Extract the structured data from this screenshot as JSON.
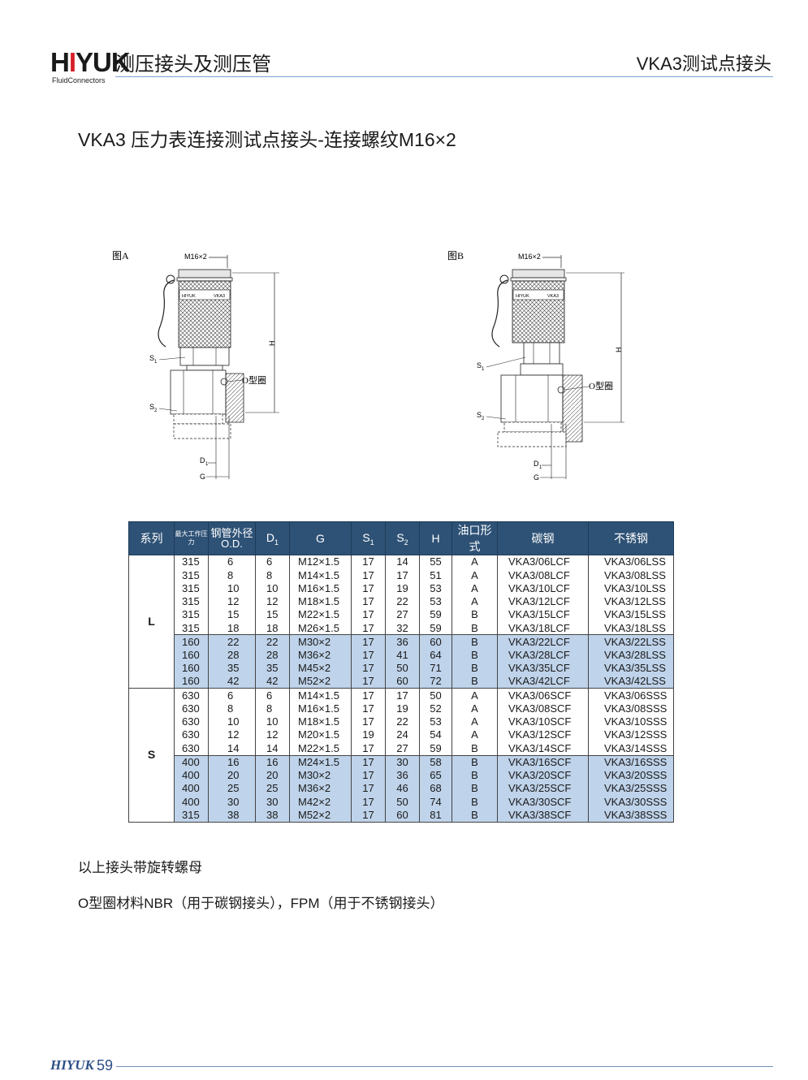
{
  "header": {
    "logo_text": "HIYUK",
    "logo_sub": "FluidConnectors",
    "category": "测压接头及测压管",
    "product": "VKA3测试点接头"
  },
  "title": "VKA3 压力表连接测试点接头-连接螺纹M16×2",
  "figures": {
    "a": {
      "caption": "图A",
      "thread": "M16×2",
      "h": "H",
      "s1": "S",
      "s2": "S",
      "oring": "O型圈",
      "d1": "D",
      "g": "G",
      "cap_brand": "HIYUK",
      "cap_model": "VKA3"
    },
    "b": {
      "caption": "图B",
      "thread": "M16×2",
      "h": "H",
      "s1": "S",
      "s2": "S",
      "oring": "O型圈",
      "d1": "D",
      "g": "G",
      "cap_brand": "HIYUK",
      "cap_model": "VKA3"
    }
  },
  "table": {
    "headers": {
      "series": "系列",
      "pressure": "最大工作压力",
      "od_cn": "钢管外径",
      "od_en": "O.D.",
      "d1": "D",
      "g": "G",
      "s1": "S",
      "s2": "S",
      "h": "H",
      "type": "油口形式",
      "carbon": "碳钢",
      "stainless": "不锈钢",
      "sub1": "1",
      "sub2": "2"
    },
    "groups": [
      {
        "series": "L",
        "rows": [
          {
            "p": "315",
            "od": "6",
            "d1": "6",
            "g": "M12×1.5",
            "s1": "17",
            "s2": "14",
            "h": "55",
            "t": "A",
            "cs": "VKA3/06LCF",
            "ss": "VKA3/06LSS"
          },
          {
            "p": "315",
            "od": "8",
            "d1": "8",
            "g": "M14×1.5",
            "s1": "17",
            "s2": "17",
            "h": "51",
            "t": "A",
            "cs": "VKA3/08LCF",
            "ss": "VKA3/08LSS"
          },
          {
            "p": "315",
            "od": "10",
            "d1": "10",
            "g": "M16×1.5",
            "s1": "17",
            "s2": "19",
            "h": "53",
            "t": "A",
            "cs": "VKA3/10LCF",
            "ss": "VKA3/10LSS"
          },
          {
            "p": "315",
            "od": "12",
            "d1": "12",
            "g": "M18×1.5",
            "s1": "17",
            "s2": "22",
            "h": "53",
            "t": "A",
            "cs": "VKA3/12LCF",
            "ss": "VKA3/12LSS"
          },
          {
            "p": "315",
            "od": "15",
            "d1": "15",
            "g": "M22×1.5",
            "s1": "17",
            "s2": "27",
            "h": "59",
            "t": "B",
            "cs": "VKA3/15LCF",
            "ss": "VKA3/15LSS"
          },
          {
            "p": "315",
            "od": "18",
            "d1": "18",
            "g": "M26×1.5",
            "s1": "17",
            "s2": "32",
            "h": "59",
            "t": "B",
            "cs": "VKA3/18LCF",
            "ss": "VKA3/18LSS"
          },
          {
            "p": "160",
            "od": "22",
            "d1": "22",
            "g": "M30×2",
            "s1": "17",
            "s2": "36",
            "h": "60",
            "t": "B",
            "cs": "VKA3/22LCF",
            "ss": "VKA3/22LSS"
          },
          {
            "p": "160",
            "od": "28",
            "d1": "28",
            "g": "M36×2",
            "s1": "17",
            "s2": "41",
            "h": "64",
            "t": "B",
            "cs": "VKA3/28LCF",
            "ss": "VKA3/28LSS"
          },
          {
            "p": "160",
            "od": "35",
            "d1": "35",
            "g": "M45×2",
            "s1": "17",
            "s2": "50",
            "h": "71",
            "t": "B",
            "cs": "VKA3/35LCF",
            "ss": "VKA3/35LSS"
          },
          {
            "p": "160",
            "od": "42",
            "d1": "42",
            "g": "M52×2",
            "s1": "17",
            "s2": "60",
            "h": "72",
            "t": "B",
            "cs": "VKA3/42LCF",
            "ss": "VKA3/42LSS"
          }
        ]
      },
      {
        "series": "S",
        "rows": [
          {
            "p": "630",
            "od": "6",
            "d1": "6",
            "g": "M14×1.5",
            "s1": "17",
            "s2": "17",
            "h": "50",
            "t": "A",
            "cs": "VKA3/06SCF",
            "ss": "VKA3/06SSS"
          },
          {
            "p": "630",
            "od": "8",
            "d1": "8",
            "g": "M16×1.5",
            "s1": "17",
            "s2": "19",
            "h": "52",
            "t": "A",
            "cs": "VKA3/08SCF",
            "ss": "VKA3/08SSS"
          },
          {
            "p": "630",
            "od": "10",
            "d1": "10",
            "g": "M18×1.5",
            "s1": "17",
            "s2": "22",
            "h": "53",
            "t": "A",
            "cs": "VKA3/10SCF",
            "ss": "VKA3/10SSS"
          },
          {
            "p": "630",
            "od": "12",
            "d1": "12",
            "g": "M20×1.5",
            "s1": "19",
            "s2": "24",
            "h": "54",
            "t": "A",
            "cs": "VKA3/12SCF",
            "ss": "VKA3/12SSS"
          },
          {
            "p": "630",
            "od": "14",
            "d1": "14",
            "g": "M22×1.5",
            "s1": "17",
            "s2": "27",
            "h": "59",
            "t": "B",
            "cs": "VKA3/14SCF",
            "ss": "VKA3/14SSS"
          },
          {
            "p": "400",
            "od": "16",
            "d1": "16",
            "g": "M24×1.5",
            "s1": "17",
            "s2": "30",
            "h": "58",
            "t": "B",
            "cs": "VKA3/16SCF",
            "ss": "VKA3/16SSS"
          },
          {
            "p": "400",
            "od": "20",
            "d1": "20",
            "g": "M30×2",
            "s1": "17",
            "s2": "36",
            "h": "65",
            "t": "B",
            "cs": "VKA3/20SCF",
            "ss": "VKA3/20SSS"
          },
          {
            "p": "400",
            "od": "25",
            "d1": "25",
            "g": "M36×2",
            "s1": "17",
            "s2": "46",
            "h": "68",
            "t": "B",
            "cs": "VKA3/25SCF",
            "ss": "VKA3/25SSS"
          },
          {
            "p": "400",
            "od": "30",
            "d1": "30",
            "g": "M42×2",
            "s1": "17",
            "s2": "50",
            "h": "74",
            "t": "B",
            "cs": "VKA3/30SCF",
            "ss": "VKA3/30SSS"
          },
          {
            "p": "315",
            "od": "38",
            "d1": "38",
            "g": "M52×2",
            "s1": "17",
            "s2": "60",
            "h": "81",
            "t": "B",
            "cs": "VKA3/38SCF",
            "ss": "VKA3/38SSS"
          }
        ]
      }
    ]
  },
  "notes": {
    "line1": "以上接头带旋转螺母",
    "line2": "O型圈材料NBR（用于碳钢接头），FPM（用于不锈钢接头）"
  },
  "footer": {
    "logo": "HIYUK",
    "page": "59"
  }
}
